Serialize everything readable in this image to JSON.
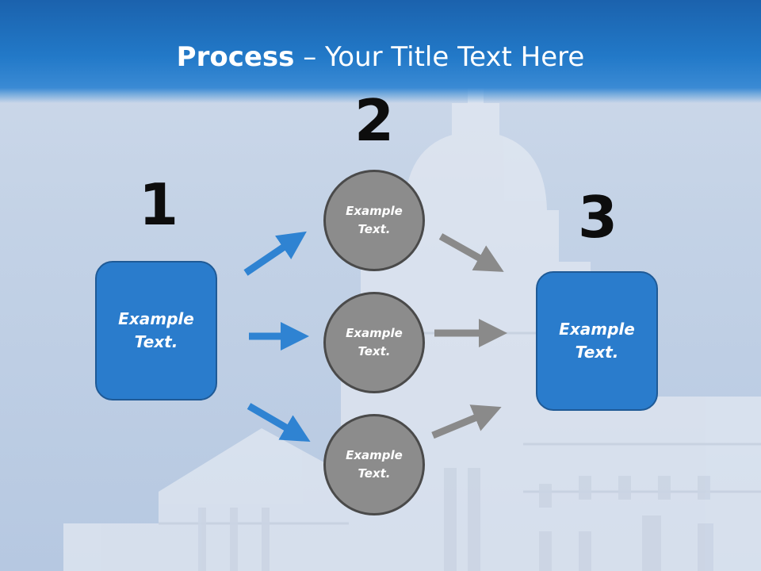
{
  "slide": {
    "title_bold": "Process",
    "title_sep": " – ",
    "title_rest": "Your Title Text Here"
  },
  "steps": {
    "one": {
      "number": "1",
      "text": "Example\nText."
    },
    "two": {
      "number": "2",
      "items": [
        {
          "text": "Example\nText."
        },
        {
          "text": "Example\nText."
        },
        {
          "text": "Example\nText."
        }
      ]
    },
    "three": {
      "number": "3",
      "text": "Example\nText."
    }
  },
  "colors": {
    "header_blue": "#2279c8",
    "box_blue": "#2a7ccc",
    "arrow_blue": "#2f83d2",
    "circle_gray": "#8c8c8c",
    "arrow_gray": "#8a8a8a"
  }
}
